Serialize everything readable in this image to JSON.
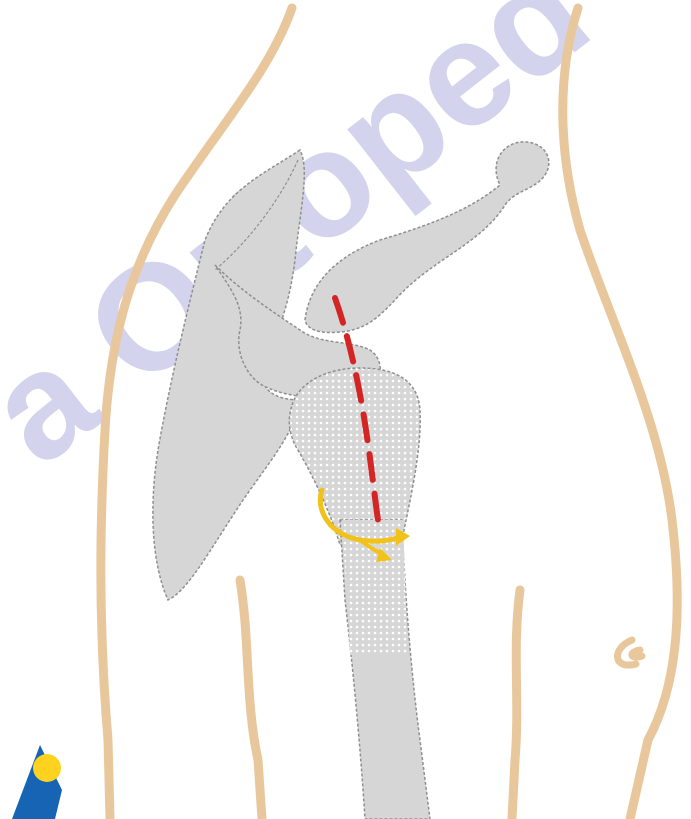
{
  "watermark": {
    "text": "a Ortoped",
    "color": "#ccccea"
  },
  "colors": {
    "skin_outline": "#e9c79c",
    "bone_fill": "#d6d6d6",
    "bone_stroke": "#8f8f8f",
    "incision_line": "#d42525",
    "rotation_arrow": "#f1c21b",
    "logo_blue": "#1764b5",
    "logo_yellow": "#ffd21f"
  },
  "icons": {
    "logo": "sun-over-mountain-logo",
    "arrow": "curved-rotation-arrow"
  }
}
